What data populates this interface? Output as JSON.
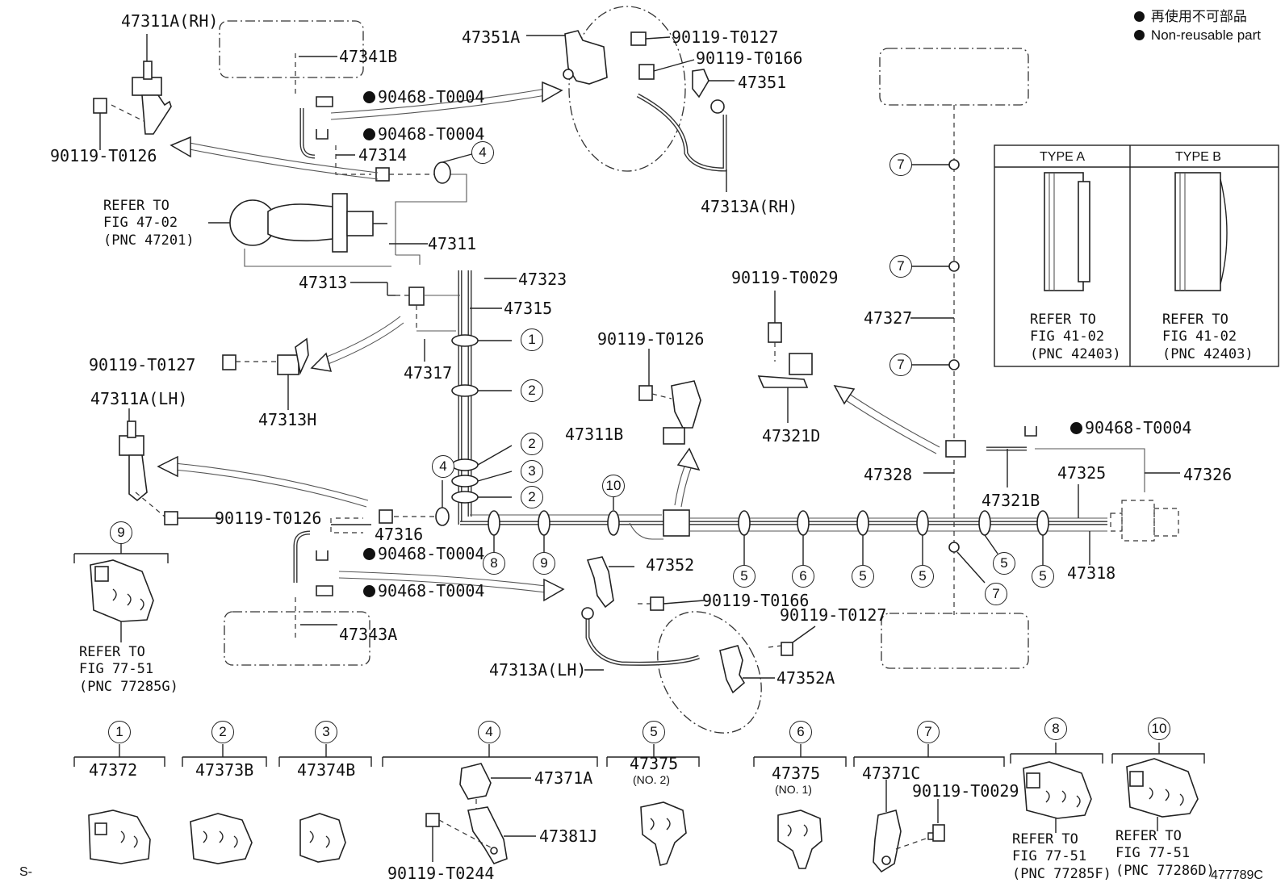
{
  "legend": {
    "line_jp": "再使用不可部品",
    "line_en": "Non-reusable part"
  },
  "diagram_code": "477789C",
  "corner_mark": "S-",
  "labels": {
    "p47311A_RH": "47311A(RH)",
    "p47341B": "47341B",
    "p90468_a": "90468-T0004",
    "p90468_b": "90468-T0004",
    "p90468_c": "90468-T0004",
    "p90468_d": "90468-T0004",
    "p90468_e": "90468-T0004",
    "p90119_T0126_a": "90119-T0126",
    "p90119_T0126_b": "90119-T0126",
    "p90119_T0126_c": "90119-T0126",
    "p47314": "47314",
    "p47351A": "47351A",
    "p90119_T0127_a": "90119-T0127",
    "p90119_T0127_b": "90119-T0127",
    "p90119_T0127_c": "90119-T0127",
    "p90119_T0166_a": "90119-T0166",
    "p90119_T0166_b": "90119-T0166",
    "p47351": "47351",
    "p47313A_RH": "47313A(RH)",
    "p47311": "47311",
    "p47323": "47323",
    "p47313": "47313",
    "p47315": "47315",
    "p47317": "47317",
    "p47313H": "47313H",
    "p47311A_LH": "47311A(LH)",
    "p47316": "47316",
    "p47343A": "47343A",
    "p47311B": "47311B",
    "p90119_T0029_a": "90119-T0029",
    "p90119_T0029_b": "90119-T0029",
    "p47321D": "47321D",
    "p47327": "47327",
    "p47328": "47328",
    "p47321B": "47321B",
    "p47325": "47325",
    "p47326": "47326",
    "p47318": "47318",
    "p47352": "47352",
    "p47313A_LH": "47313A(LH)",
    "p47352A": "47352A",
    "p47372": "47372",
    "p47373B": "47373B",
    "p47374B": "47374B",
    "p47371A": "47371A",
    "p47381J": "47381J",
    "p90119_T0244": "90119-T0244",
    "p47375_no2": "47375",
    "p47375_no1": "47375",
    "no2": "(NO. 2)",
    "no1": "(NO. 1)",
    "p47371C": "47371C"
  },
  "refer": {
    "fig4702": "REFER TO\nFIG 47-02\n(PNC 47201)",
    "fig7751_g": "REFER TO\nFIG 77-51\n(PNC 77285G)",
    "typeA_ref": "REFER TO\nFIG 41-02\n(PNC 42403)",
    "typeB_ref": "REFER TO\nFIG 41-02\n(PNC 42403)",
    "fig7751_f": "REFER TO\nFIG 77-51\n(PNC 77285F)",
    "fig7751_d": "REFER TO\nFIG 77-51\n(PNC 77286D)"
  },
  "type_headers": {
    "a": "TYPE A",
    "b": "TYPE B"
  },
  "callouts": {
    "c1": "1",
    "c2": "2",
    "c3": "3",
    "c4": "4",
    "c5": "5",
    "c6": "6",
    "c7": "7",
    "c8": "8",
    "c9": "9",
    "c10": "10"
  }
}
